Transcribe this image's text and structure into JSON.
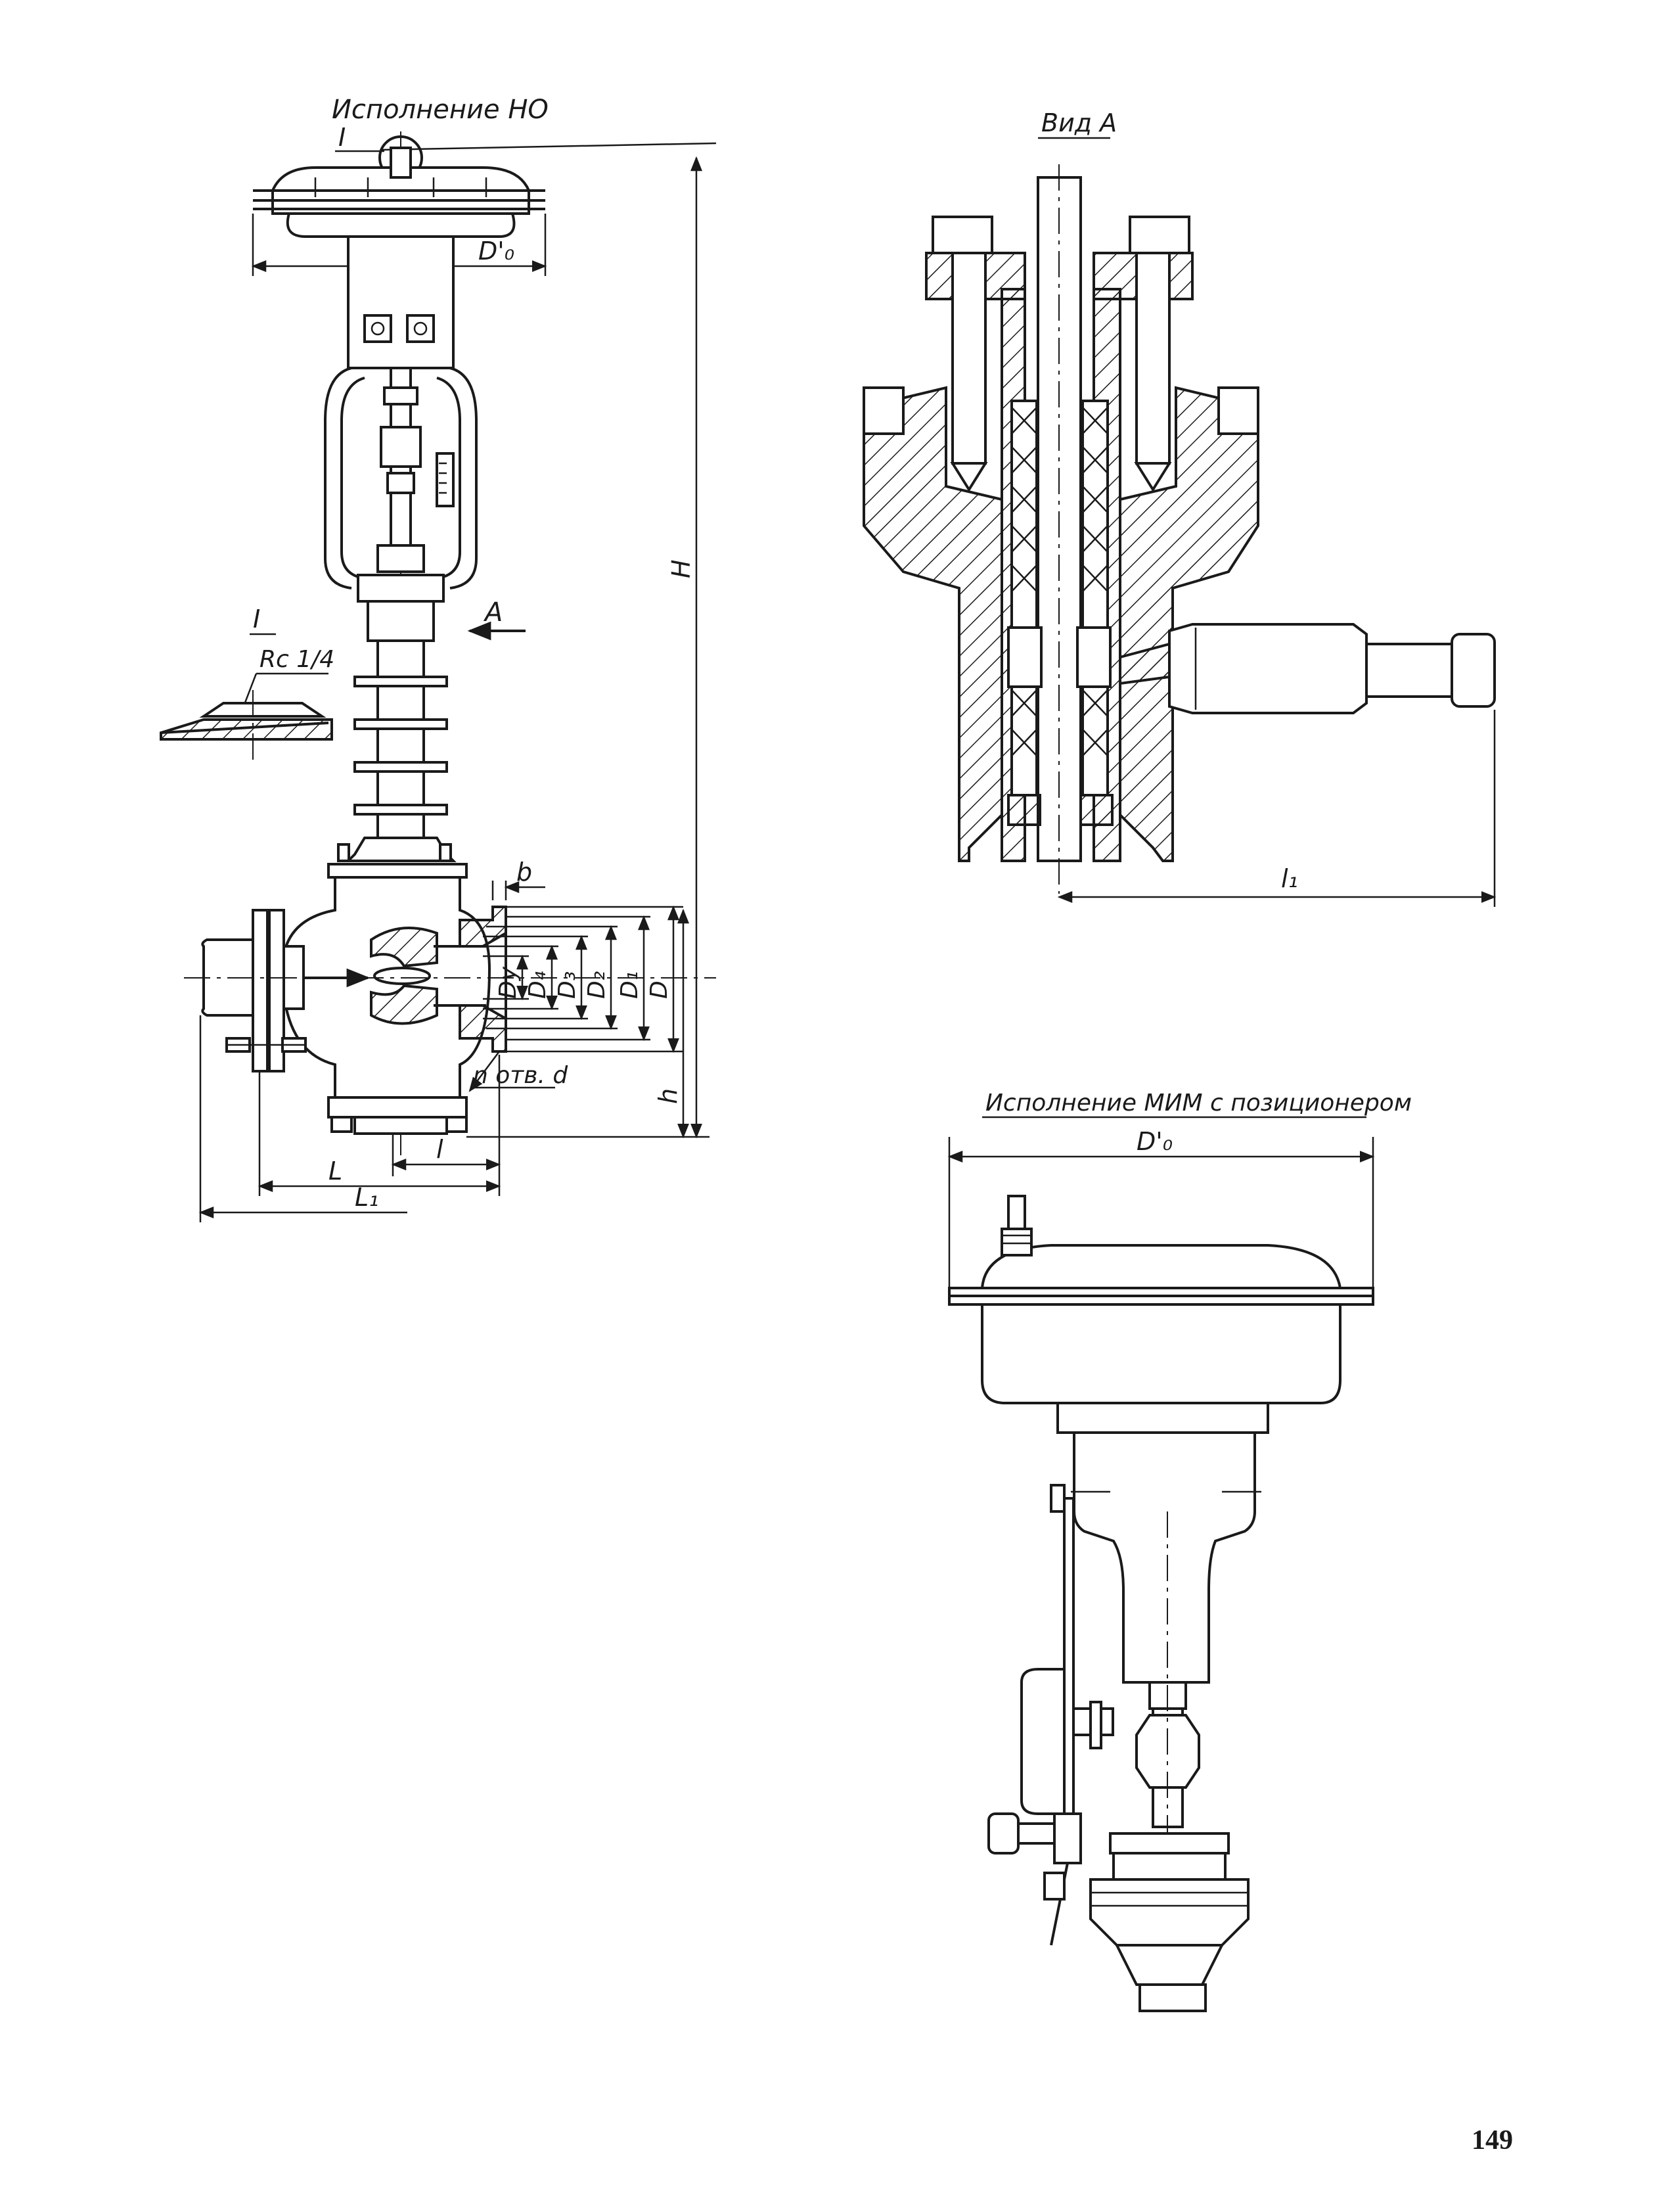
{
  "views": {
    "main_title": "Исполнение НО",
    "view_a_title": "Вид А",
    "mim_title": "Исполнение МИМ с позиционером"
  },
  "labels": {
    "detail_ref": "I",
    "detail_title": "I",
    "thread": "Rc 1/4",
    "view_arrow": "A",
    "dim_H": "H",
    "dim_h": "h",
    "dim_D0p": "D'₀",
    "dim_D0p_mim": "D'₀",
    "dim_b": "b",
    "dim_D": "D",
    "dim_D1": "D₁",
    "dim_D2": "D₂",
    "dim_D3": "D₃",
    "dim_D4": "D₄",
    "dim_Dy": "Dу",
    "holes": "n отв. d",
    "dim_L": "L",
    "dim_L1": "L₁",
    "dim_l": "l",
    "dim_l1": "l₁"
  },
  "page_number": "149"
}
